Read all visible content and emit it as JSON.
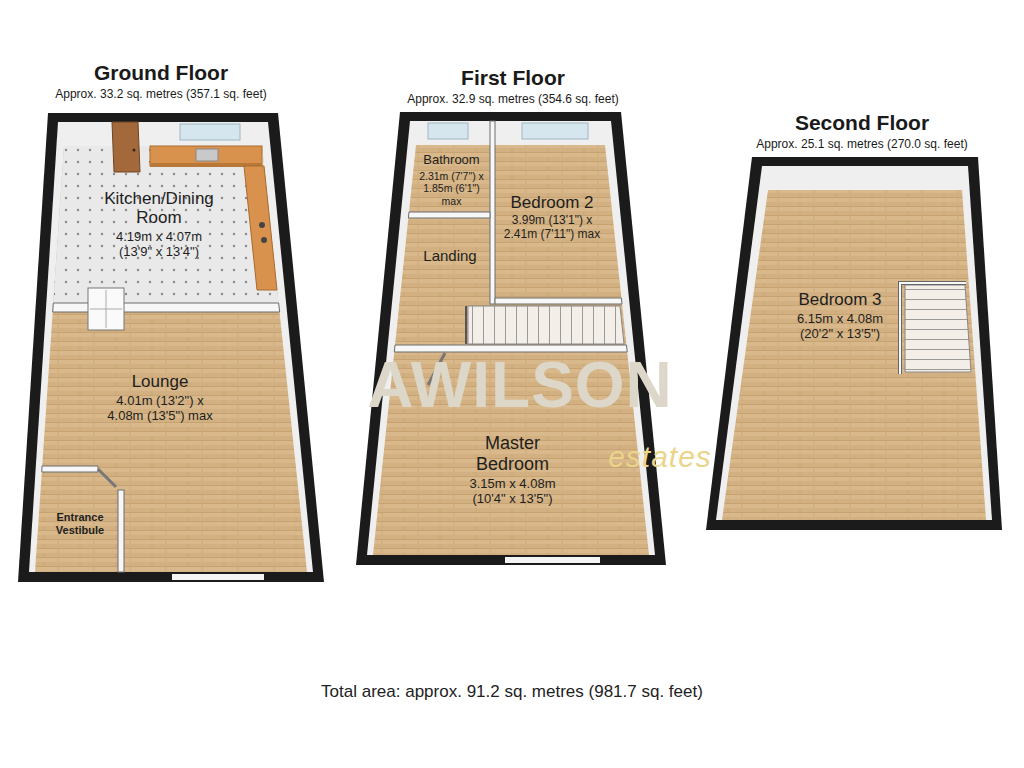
{
  "diagram": {
    "caption": "Total area: approx. 91.2 sq. metres (981.7 sq. feet)",
    "nodes": [
      {
        "text": [
          "Ground Floor",
          "Approx. 33.2 sq. metres (357.1 sq. feet)"
        ]
      },
      {
        "text": [
          "Kitchen/Dining Room",
          "4.19m x 4.07m (13'9\" x 13'4\")"
        ],
        "in": 0
      },
      {
        "text": [
          "Lounge",
          "4.01m (13'2\") x 4.08m (13'5\") max"
        ],
        "in": 0
      },
      {
        "text": [
          "Entrance Vestibule"
        ],
        "in": 0
      },
      {
        "text": [
          "First Floor",
          "Approx. 32.9 sq. metres (354.6 sq. feet)"
        ]
      },
      {
        "text": [
          "Bathroom",
          "2.31m (7'7\") x 1.85m (6'1\") max"
        ],
        "in": 4
      },
      {
        "text": [
          "Bedroom 2",
          "3.99m (13'1\") x 2.41m (7'11\") max"
        ],
        "in": 4
      },
      {
        "text": [
          "Landing"
        ],
        "in": 4
      },
      {
        "text": [
          "Master Bedroom",
          "3.15m x 4.08m (10'4\" x 13'5\")"
        ],
        "in": 4
      },
      {
        "text": [
          "Second Floor",
          "Approx. 25.1 sq. metres (270.0 sq. feet)"
        ]
      },
      {
        "text": [
          "Bedroom 3",
          "6.15m x 4.08m (20'2\" x 13'5\")"
        ],
        "in": 9
      }
    ],
    "labels": [
      "AWILSON",
      "estates"
    ]
  }
}
